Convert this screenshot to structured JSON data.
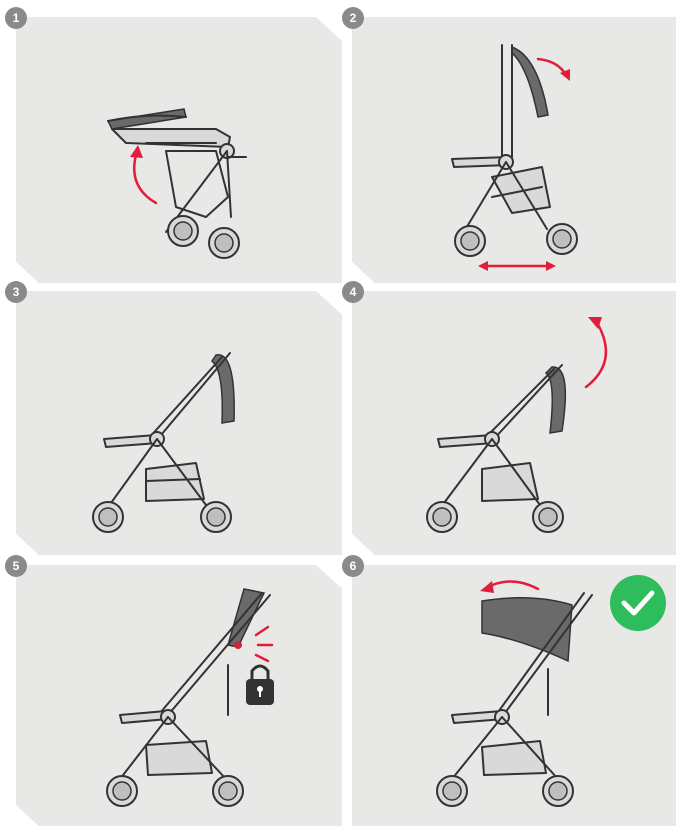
{
  "steps": [
    {
      "number": "1"
    },
    {
      "number": "2"
    },
    {
      "number": "3"
    },
    {
      "number": "4"
    },
    {
      "number": "5"
    },
    {
      "number": "6"
    }
  ],
  "colors": {
    "panel_background": "#e8e8e6",
    "badge": "#8a8a8a",
    "arrow": "#e21d3c",
    "check": "#2dbd5c",
    "line": "#333333"
  },
  "icons": [
    "up-arrow-icon",
    "rotate-arrow-icon",
    "double-arrow-icon",
    "lock-icon",
    "click-indicator-icon",
    "checkmark-icon"
  ]
}
